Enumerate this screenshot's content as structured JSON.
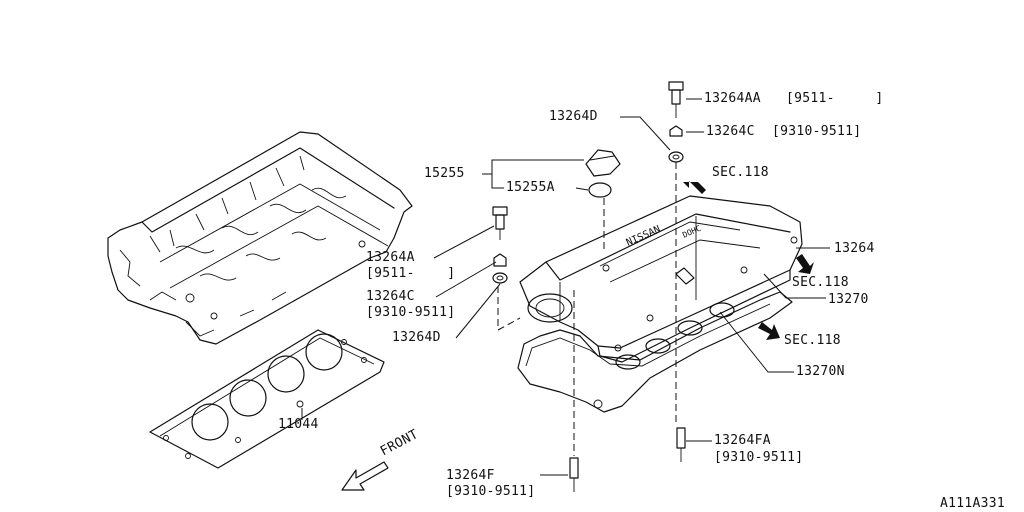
{
  "labels": {
    "p13264AA": "13264AA",
    "r13264AA": "[9511-     ]",
    "p13264D_top": "13264D",
    "p13264C_top": "13264C",
    "r13264C_top": "[9310-9511]",
    "p15255": "15255",
    "p15255A": "15255A",
    "sec118_a": "SEC.118",
    "p13264A": "13264A",
    "r13264A": "[9511-    ]",
    "p13264": "13264",
    "sec118_b": "SEC.118",
    "p13270": "13270",
    "p13264C_left": "13264C",
    "r13264C_left": "[9310-9511]",
    "sec118_c": "SEC.118",
    "p13264D_left": "13264D",
    "p13270N": "13270N",
    "p11044": "11044",
    "p13264FA": "13264FA",
    "r13264FA": "[9310-9511]",
    "front": "FRONT",
    "p13264F": "13264F",
    "r13264F": "[9310-9511]",
    "diagram_id": "A111A331"
  },
  "emblem": "NISSAN",
  "emblem2": "DOHC"
}
